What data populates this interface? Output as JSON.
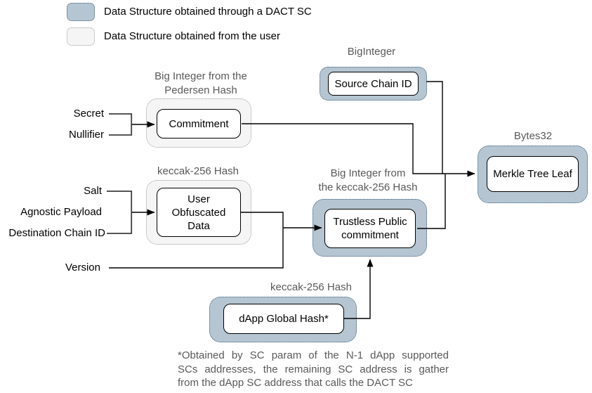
{
  "legend": [
    {
      "label": "Data Structure obtained through a DACT SC"
    },
    {
      "label": "Data Structure obtained from the user"
    }
  ],
  "nodes": {
    "source_chain_id": {
      "type": "BigInteger",
      "label": "Source Chain ID"
    },
    "commitment": {
      "type": "Big Integer from the\nPedersen Hash",
      "label": "Commitment"
    },
    "user_obfuscated_data": {
      "type": "keccak-256 Hash",
      "label": "User\nObfuscated\nData"
    },
    "trustless_public_commitment": {
      "type": "Big Integer from\nthe keccak-256 Hash",
      "label": "Trustless Public\ncommitment"
    },
    "dapp_global_hash": {
      "type": "keccak-256 Hash",
      "label": "dApp Global Hash*"
    },
    "merkle_tree_leaf": {
      "type": "Bytes32",
      "label": "Merkle Tree Leaf"
    }
  },
  "inputs": {
    "secret": "Secret",
    "nullifier": "Nullifier",
    "salt": "Salt",
    "agnostic_payload": "Agnostic Payload",
    "destination_chain_id": "Destination Chain ID",
    "version": "Version"
  },
  "footnote_lines": [
    "*Obtained by SC param of the N-1 dApp supported",
    "SCs addresses, the remaining SC address is gather",
    "from the dApp SC address that calls the DACT SC"
  ],
  "colors": {
    "dact_fill": "#b5c6d2",
    "dact_border": "#41607a",
    "user_fill": "#f5f5f5",
    "user_border": "#9e9e9e",
    "label_gray": "#595959",
    "wire": "#000000"
  }
}
